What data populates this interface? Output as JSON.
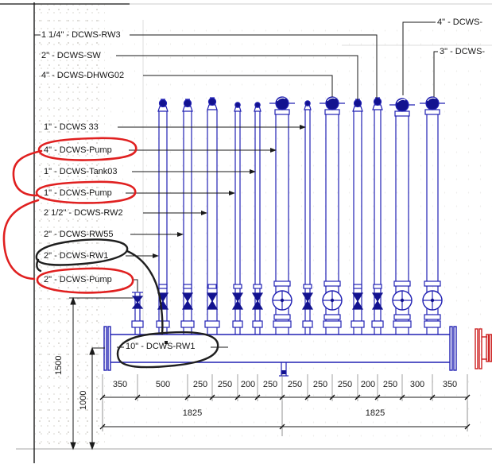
{
  "drawing": {
    "type": "piping-elevation",
    "labels": {
      "rw3": "1 1/4\" - DCWS-RW3",
      "sw": "2\" - DCWS-SW",
      "dhwg02": "4\" - DCWS-DHWG02",
      "dcws33": "1\" - DCWS 33",
      "pump4": "4\" - DCWS-Pump",
      "tank03": "1\" - DCWS-Tank03",
      "pump1": "1\" - DCWS-Pump",
      "rw2": "2 1/2\" - DCWS-RW2",
      "rw55": "2\" - DCWS-RW55",
      "rw1": "2\" - DCWS-RW1",
      "pump2": "2\" - DCWS-Pump",
      "main10": "10\" - DCWS-RW1",
      "top4": "4\" - DCWS-",
      "top3": "3\" - DCWS-"
    },
    "dims": {
      "segments": [
        "350",
        "500",
        "250",
        "250",
        "200",
        "250",
        "250",
        "250",
        "250",
        "200",
        "250",
        "300",
        "350"
      ],
      "totals": [
        "1825",
        "1825"
      ],
      "heights": [
        "1500",
        "1000"
      ]
    },
    "annotations": {
      "red_circled_labels": [
        "4\" - DCWS-Pump",
        "1\" - DCWS-Pump",
        "2\" - DCWS-Pump"
      ],
      "black_circled_labels": [
        "2\" - DCWS-RW1",
        "10\" - DCWS-RW1"
      ],
      "red_marker_color": "#e02020",
      "black_marker_color": "#1f1f1f"
    },
    "colors": {
      "pipe_blue": "#2121b3",
      "pipe_dark_blue": "#12128f",
      "fitting_red": "#cc2020",
      "line_black": "#1a1a1a"
    }
  }
}
